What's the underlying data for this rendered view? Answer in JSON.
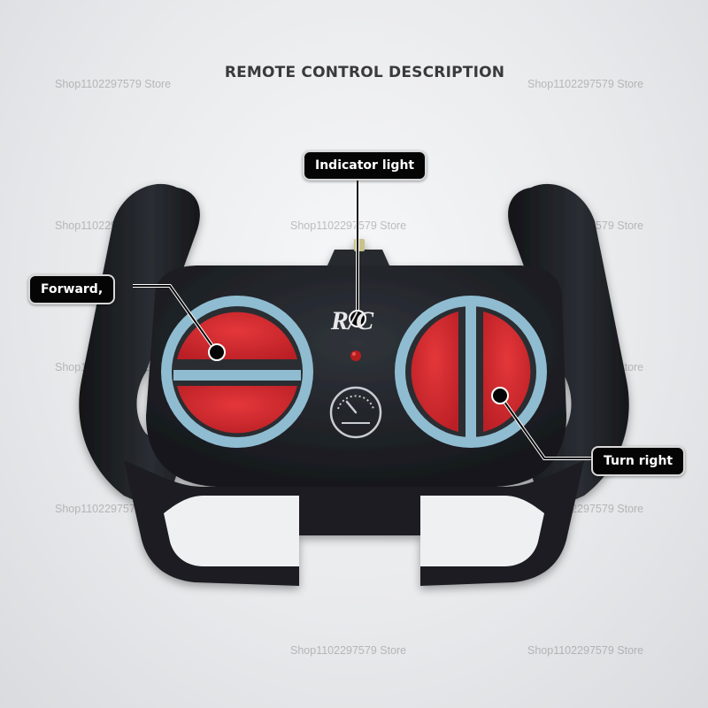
{
  "title": "REMOTE CONTROL DESCRIPTION",
  "watermark": "Shop1102297579 Store",
  "brand_logo": "R/C",
  "callouts": {
    "indicator": "Indicator light",
    "forward": "Forward,",
    "turn_right": "Turn right"
  },
  "colors": {
    "body": "#1c1f23",
    "button_red": "#d42a2f",
    "ring_blue": "#8fbcd0",
    "indicator_led": "#b81d1d"
  },
  "icons": [
    "speedometer-icon"
  ]
}
